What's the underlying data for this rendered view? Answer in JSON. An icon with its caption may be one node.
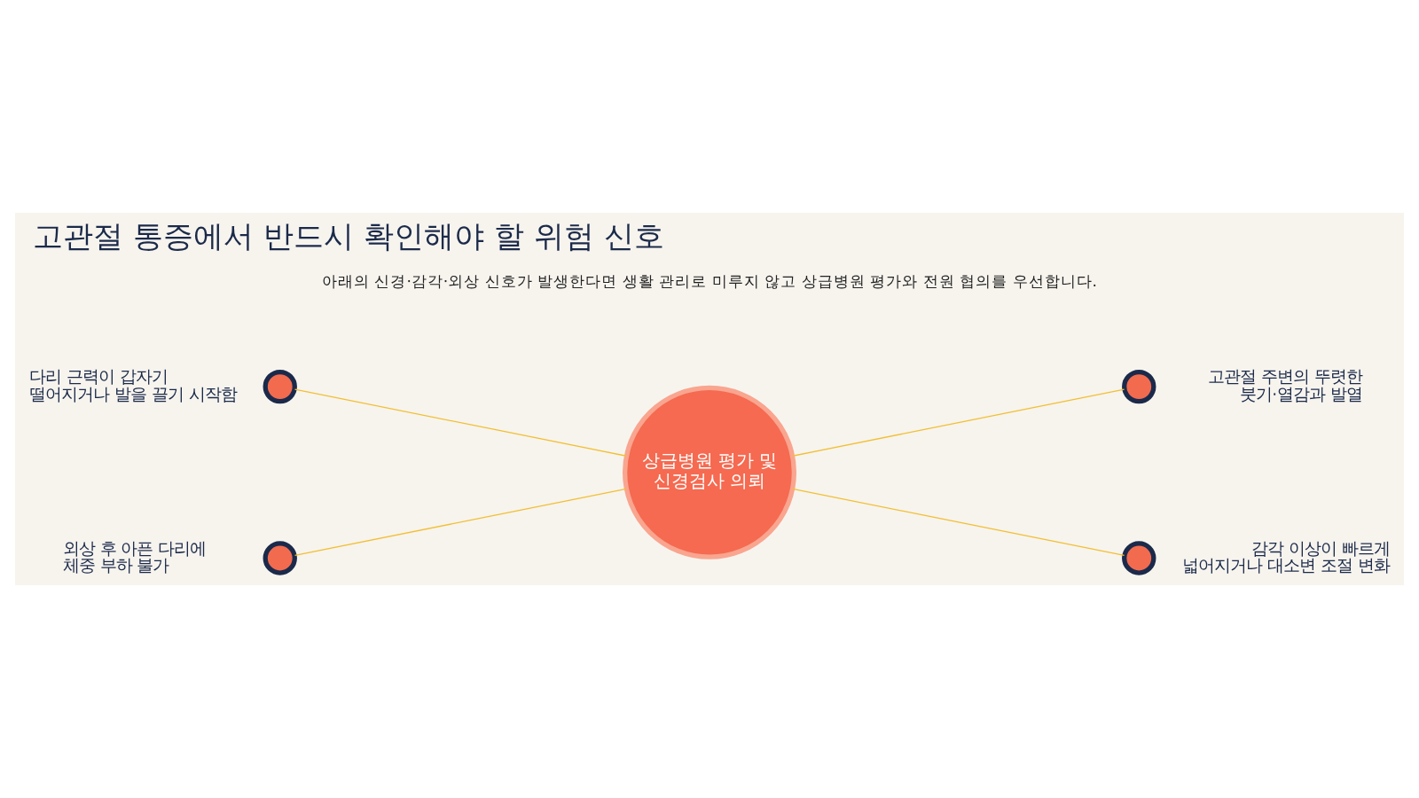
{
  "diagram": {
    "title": "고관절 통증에서 반드시 확인해야 할 위험 신호",
    "nodes": [
      {
        "text": [],
        "shape": "circle",
        "beside": [
          "외상 후 아픈 다리에 체중 부하 불가"
        ]
      },
      {
        "text": [],
        "shape": "circle",
        "beside": [
          "고관절 주변의 뚜렷한 붓기·열감과 발열"
        ]
      },
      {
        "text": [
          "상급병원 평가 및 신경검사 의뢰"
        ]
      },
      {
        "text": [],
        "shape": "circle",
        "beside": [
          "다리 근력이 갑자기 떨어지거나 발을 끌기 시작함"
        ]
      },
      {
        "text": [],
        "shape": "circle",
        "beside": [
          "감각 이상이 빠르게 넓어지거나 대소변 조절 변화"
        ]
      }
    ],
    "edges": [
      {
        "from": 2,
        "to": 0,
        "arrow": "none"
      },
      {
        "from": 2,
        "to": 1,
        "arrow": "none"
      },
      {
        "from": 2,
        "to": 3,
        "arrow": "none"
      },
      {
        "from": 2,
        "to": 4,
        "arrow": "none"
      }
    ],
    "labels": [
      "아래의 신경·감각·외상 신호가 발생한다면 생활 관리로 미루지 않고 상급병원 평가와 전원 협의를 우선합니다."
    ]
  }
}
